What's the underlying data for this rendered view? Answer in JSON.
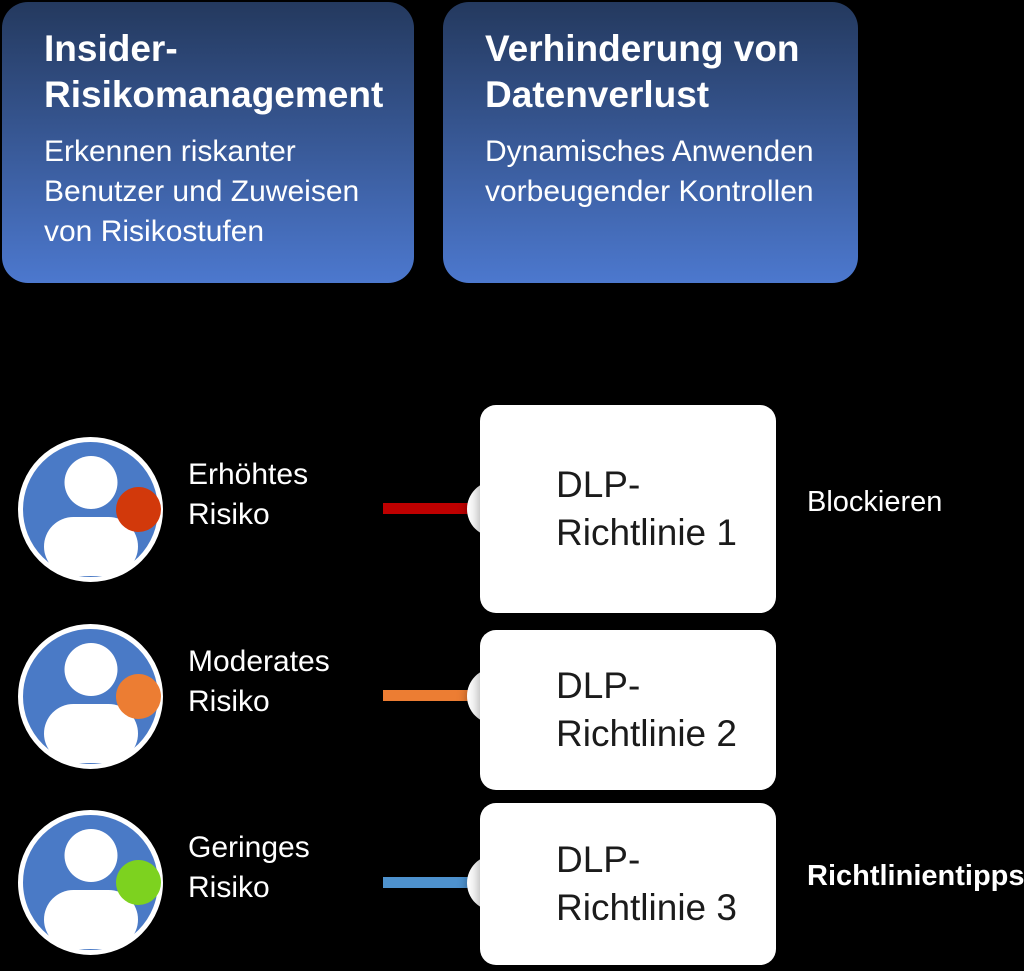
{
  "theme": {
    "card_gradient_top": "#24395E",
    "card_gradient_bottom": "#4C78CE",
    "person_blue": "#4A7AC6",
    "box_bg": "#FFFFFF",
    "text_dark": "#1B1B1B",
    "text_light": "#FFFFFF"
  },
  "cards": [
    {
      "title": "Insider-Risikomanagement",
      "description": "Erkennen riskanter Benutzer und Zuweisen von Risikostufen"
    },
    {
      "title": "Verhinderung von Datenverlust",
      "description": "Dynamisches Anwenden vorbeugender Kontrollen"
    }
  ],
  "rows": [
    {
      "risk_label": "Erhöhtes Risiko",
      "badge_color": "#D2390B",
      "connector_color": "#BE0000",
      "chevron_color": "#E4540F",
      "policy_label": "DLP-Richtlinie 1",
      "action_label": "Blockieren"
    },
    {
      "risk_label": "Moderates Risiko",
      "badge_color": "#EC7D33",
      "connector_color": "#EC7D33",
      "chevron_color": "#EC7D33",
      "policy_label": "DLP-Richtlinie 2",
      "action_label": ""
    },
    {
      "risk_label": "Geringes Risiko",
      "badge_color": "#7DD21F",
      "connector_color": "#4E92CE",
      "chevron_color": "#4B90D5",
      "policy_label": "DLP-Richtlinie 3",
      "action_label": "Richtlinientipps"
    }
  ]
}
